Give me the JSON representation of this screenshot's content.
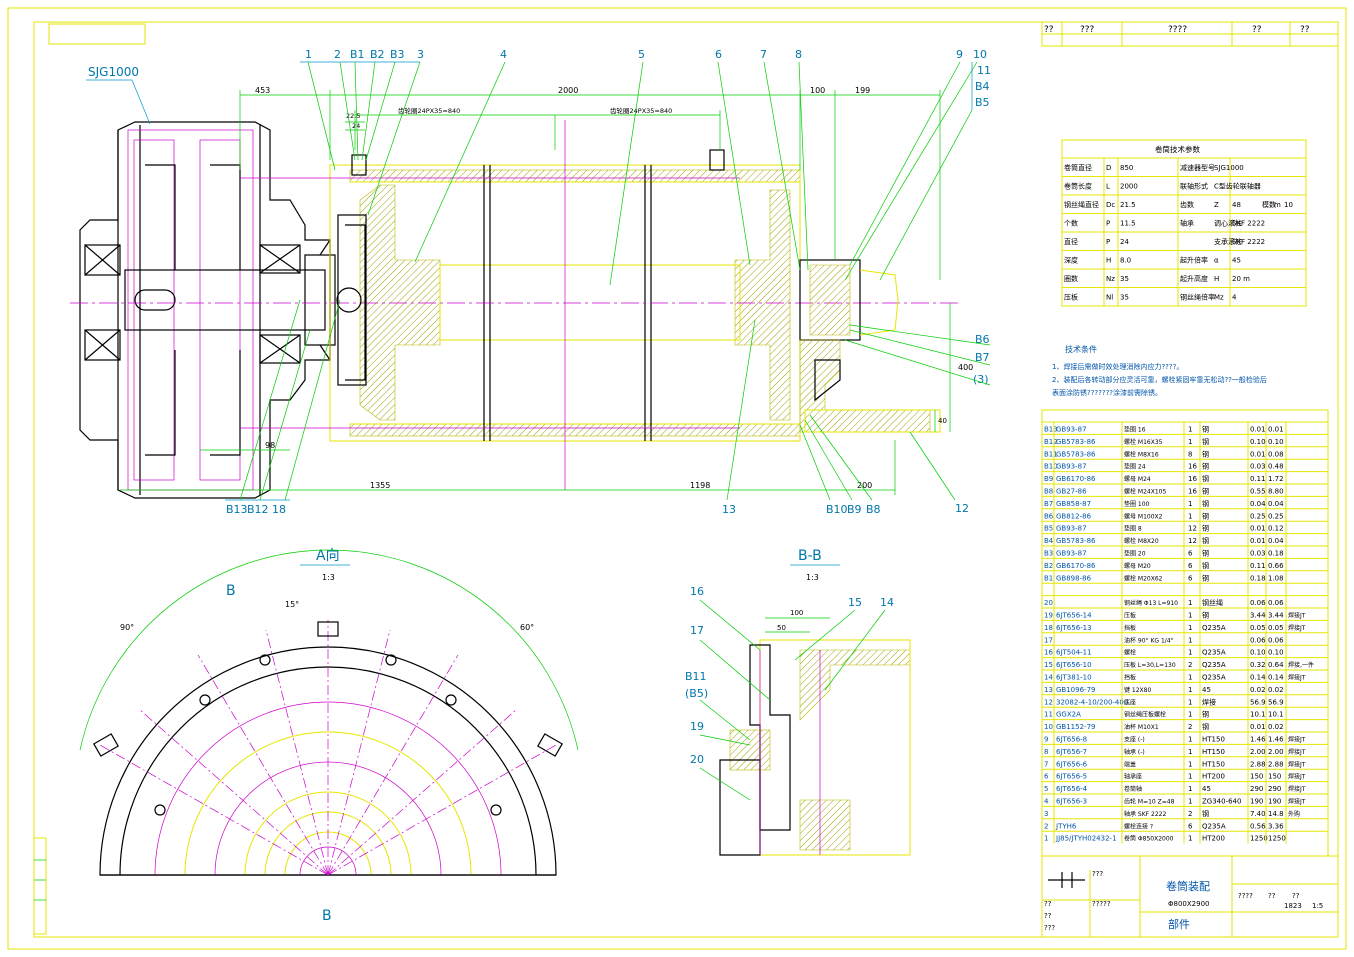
{
  "drawing": {
    "model_label": "SJG1000",
    "view_a_title": "A向",
    "view_a_scale": "1:3",
    "view_bb_title": "B-B",
    "view_bb_scale": "1:3",
    "section_letter": "B",
    "top_balloons": [
      "1",
      "2",
      "B1",
      "B2",
      "B3",
      "3",
      "4",
      "5",
      "6",
      "7",
      "8",
      "9",
      "10",
      "11",
      "B4",
      "B5"
    ],
    "right_balloons": [
      "B6",
      "B7",
      "(3)",
      "12"
    ],
    "bottom_balloons": [
      "B13",
      "B12",
      "18",
      "13",
      "B10",
      "B9",
      "B8"
    ],
    "bb_balloons": [
      "16",
      "15",
      "14",
      "17",
      "B11",
      "(B5)",
      "19",
      "20"
    ],
    "dims": {
      "d453": "453",
      "d2000": "2000",
      "d100": "100",
      "d199": "199",
      "d1355": "1355",
      "d1198": "1198",
      "d200": "200",
      "d400": "400",
      "d40": "40",
      "d98": "98",
      "d22_5": "22.5",
      "d24": "24",
      "pattern_left": "齿轮圈24PX35=840",
      "pattern_right": "齿轮圈24PX35=840",
      "angle_90a": "90°",
      "angle_15": "15°",
      "angle_60": "60°",
      "bb_100": "100",
      "bb_50": "50"
    },
    "header_cells": [
      "??",
      "???",
      "????",
      "??",
      "??"
    ]
  },
  "params": {
    "title": "卷筒技术参数",
    "rows": [
      [
        "卷筒直径",
        "D",
        "850",
        "减速器型号",
        "SJG1000",
        ""
      ],
      [
        "卷筒长度",
        "L",
        "2000",
        "联轴形式",
        "C型齿轮联轴器",
        ""
      ],
      [
        "钢丝绳直径",
        "Dc",
        "21.5",
        "齿数",
        "Z",
        "48",
        "模数",
        "m",
        "10"
      ],
      [
        "个数",
        "P",
        "11.5",
        "轴承",
        "调心滚柱",
        "SKF 2222"
      ],
      [
        "直径",
        "P",
        "24",
        "",
        "支承滚柱",
        "SKF 2222"
      ],
      [
        "深度",
        "H",
        "8.0",
        "起升倍率",
        "α",
        "45"
      ],
      [
        "圈数",
        "Nz",
        "35",
        "起升高度",
        "H",
        "20 m"
      ],
      [
        "压板",
        "Nl",
        "35",
        "钢丝绳倍率",
        "Mz",
        "4"
      ]
    ]
  },
  "notes": {
    "title": "技术条件",
    "lines": [
      "1、焊接后需做时效处理消除内应力????。",
      "2、装配后各转动部分应灵活可靠，螺栓紧固牢靠无松动??一般检验后",
      "   表面涂防锈???????涂漆前需除锈。"
    ]
  },
  "bom": [
    [
      "B13",
      "GB93-87",
      "垫圈 16",
      "1",
      "钢",
      "0.01",
      "0.01",
      ""
    ],
    [
      "B12",
      "GB5783-86",
      "螺栓 M16X35",
      "1",
      "钢",
      "0.10",
      "0.10",
      ""
    ],
    [
      "B11",
      "GB5783-86",
      "螺栓 M8X16",
      "8",
      "钢",
      "0.01",
      "0.08",
      ""
    ],
    [
      "B10",
      "GB93-87",
      "垫圈 24",
      "16",
      "钢",
      "0.03",
      "0.48",
      ""
    ],
    [
      "B9",
      "GB6170-86",
      "螺母 M24",
      "16",
      "钢",
      "0.11",
      "1.72",
      ""
    ],
    [
      "B8",
      "GB27-86",
      "螺栓 M24X105",
      "16",
      "钢",
      "0.55",
      "8.80",
      ""
    ],
    [
      "B7",
      "GB858-87",
      "垫圈 100",
      "1",
      "钢",
      "0.04",
      "0.04",
      ""
    ],
    [
      "B6",
      "GB812-86",
      "螺母 M100X2",
      "1",
      "钢",
      "0.25",
      "0.25",
      ""
    ],
    [
      "B5",
      "GB93-87",
      "垫圈 8",
      "12",
      "钢",
      "0.01",
      "0.12",
      ""
    ],
    [
      "B4",
      "GB5783-86",
      "螺栓 M8X20",
      "12",
      "钢",
      "0.01",
      "0.04",
      ""
    ],
    [
      "B3",
      "GB93-87",
      "垫圈 20",
      "6",
      "钢",
      "0.03",
      "0.18",
      ""
    ],
    [
      "B2",
      "GB6170-86",
      "螺母 M20",
      "6",
      "钢",
      "0.11",
      "0.66",
      ""
    ],
    [
      "B1",
      "GB898-86",
      "螺栓 M20X62",
      "6",
      "钢",
      "0.18",
      "1.08",
      ""
    ],
    [
      "",
      "",
      "",
      "",
      "",
      "",
      "",
      ""
    ],
    [
      "20",
      "",
      "钢丝绳 Φ13 L=910",
      "1",
      "钢丝绳",
      "0.06",
      "0.06",
      ""
    ],
    [
      "19",
      "6JT656-14",
      "压板",
      "1",
      "钢",
      "3.44",
      "3.44",
      "焊接JT"
    ],
    [
      "18",
      "6JT656-13",
      "挡板",
      "1",
      "Q235A",
      "0.05",
      "0.05",
      "焊接JT"
    ],
    [
      "17",
      "",
      "油杯 90° KG 1/4\"",
      "1",
      "",
      "0.06",
      "0.06",
      ""
    ],
    [
      "16",
      "6JT504-11",
      "螺栓",
      "1",
      "Q235A",
      "0.10",
      "0.10",
      ""
    ],
    [
      "15",
      "6JT656-10",
      "压板 L=30,L=130",
      "2",
      "Q235A",
      "0.32",
      "0.64",
      "焊接,一件"
    ],
    [
      "14",
      "6JT381-10",
      "挡板",
      "1",
      "Q235A",
      "0.14",
      "0.14",
      "焊接JT"
    ],
    [
      "13",
      "GB1096-79",
      "键 12X80",
      "1",
      "45",
      "0.02",
      "0.02",
      ""
    ],
    [
      "12",
      "32082-4-10/200-400",
      "底座",
      "1",
      "焊接",
      "56.9",
      "56.9",
      ""
    ],
    [
      "11",
      "GGX2A",
      "钢丝绳压板螺栓",
      "1",
      "钢",
      "10.1",
      "10.1",
      ""
    ],
    [
      "10",
      "GB1152-79",
      "油杯 M10X1",
      "2",
      "钢",
      "0.01",
      "0.02",
      ""
    ],
    [
      "9",
      "6JT656-8",
      "支座 (-)",
      "1",
      "HT150",
      "1.46",
      "1.46",
      "焊接JT"
    ],
    [
      "8",
      "6JT656-7",
      "轴承 (-)",
      "1",
      "HT150",
      "2.00",
      "2.00",
      "焊接JT"
    ],
    [
      "7",
      "6JT656-6",
      "端盖",
      "1",
      "HT150",
      "2.88",
      "2.88",
      "焊接JT"
    ],
    [
      "6",
      "6JT656-5",
      "轴承座",
      "1",
      "HT200",
      "150",
      "150",
      "焊接JT"
    ],
    [
      "5",
      "6JT656-4",
      "卷筒轴",
      "1",
      "45",
      "290",
      "290",
      "焊接JT"
    ],
    [
      "4",
      "6JT656-3",
      "齿轮 M=10 Z=48",
      "1",
      "ZG340-640",
      "190",
      "190",
      "焊接JT"
    ],
    [
      "3",
      "",
      "轴承 SKF 2222",
      "2",
      "钢",
      "7.40",
      "14.8",
      "外购"
    ],
    [
      "2",
      "JTYH6",
      "螺栓连接 ?",
      "6",
      "Q235A",
      "0.56",
      "3.36",
      ""
    ],
    [
      "1",
      "JJ85/JTYH02432-1",
      "卷筒 Φ850X2000",
      "1",
      "HT200",
      "1250",
      "1250",
      ""
    ]
  ],
  "title_block": {
    "name": "卷筒装配",
    "subname": "Φ800X2900",
    "company": "部件",
    "scale": "1:5",
    "weight": "1823",
    "marks": [
      "????",
      "??",
      "??",
      "???",
      "?????",
      "??",
      "??",
      "???"
    ]
  },
  "colors": {
    "frame": "#e6e600",
    "dimension": "#00cc00",
    "centerline": "#cc00cc",
    "outline": "#000000",
    "leader": "#0099cc"
  }
}
